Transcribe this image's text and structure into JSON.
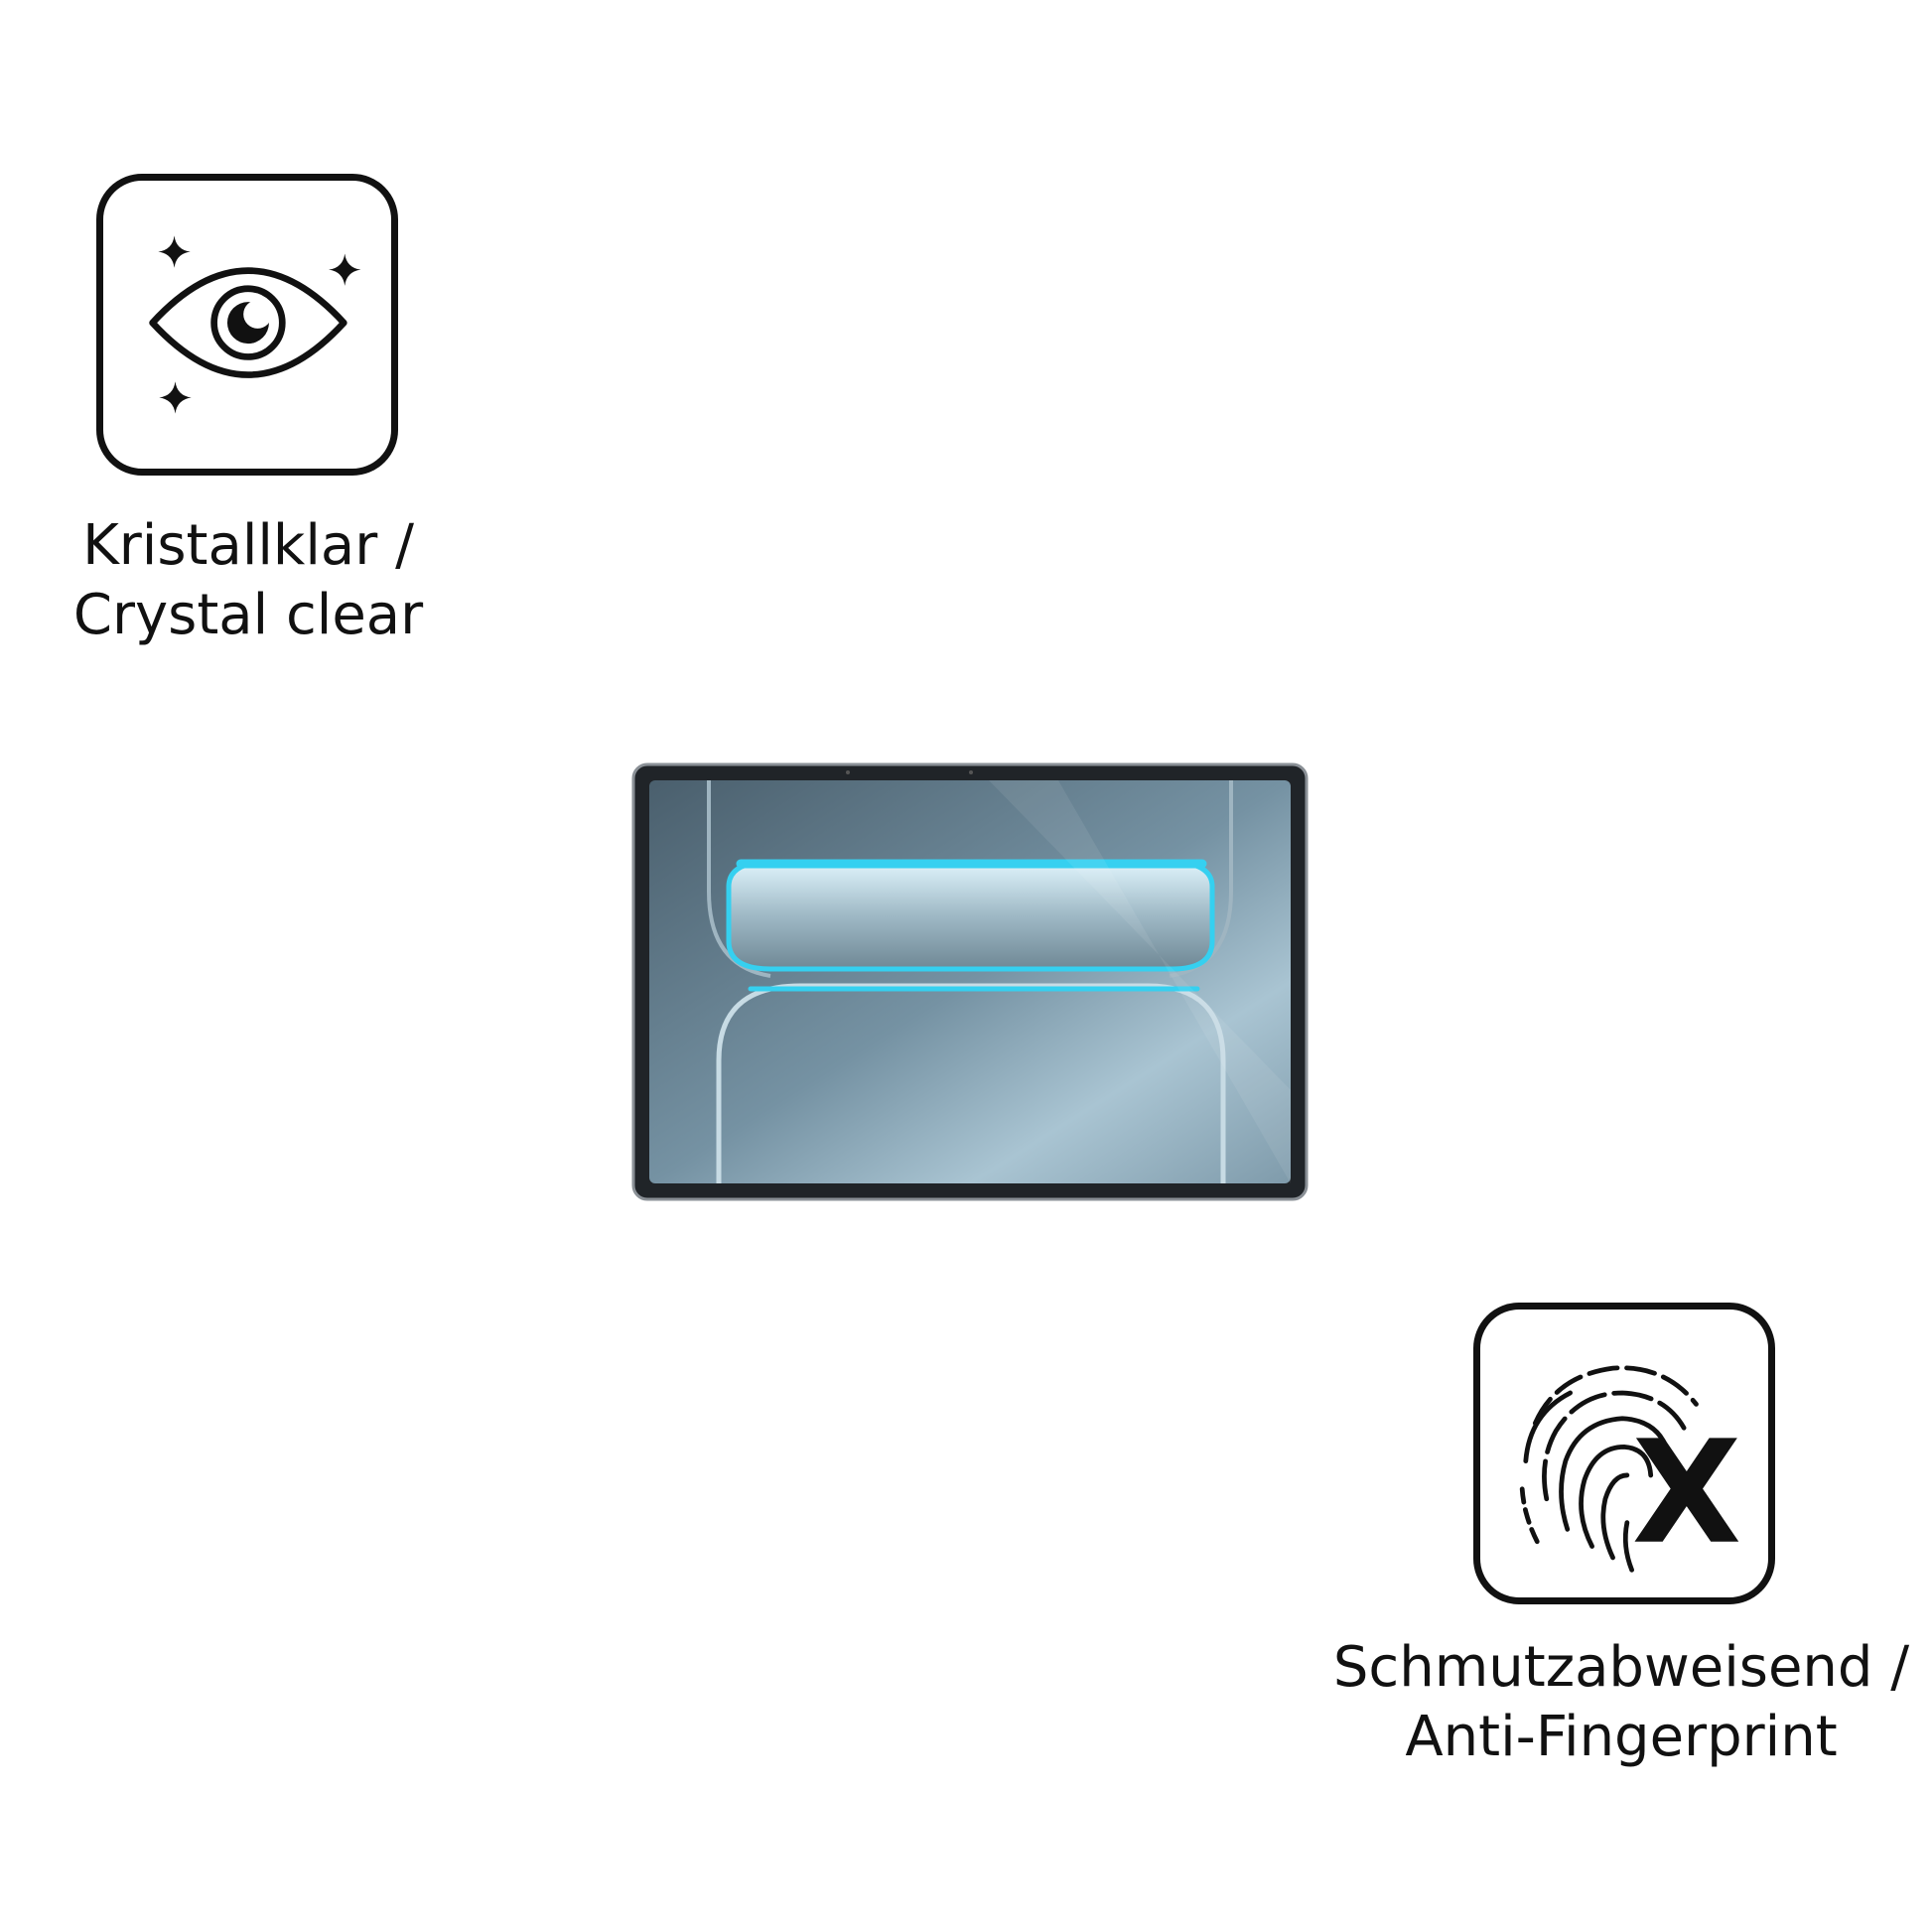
{
  "features": [
    {
      "icon": "sparkling-eye-icon",
      "line1": "Kristallklar /",
      "line2": "Crystal clear"
    },
    {
      "icon": "fingerprint-crossed-icon",
      "line1": "Schmutzabweisend /",
      "line2": "Anti-Fingerprint",
      "mark": "X"
    }
  ],
  "product": {
    "image": "tablet-front-view",
    "screen_color": "#4f6878",
    "accent_color": "#35d0f0"
  }
}
